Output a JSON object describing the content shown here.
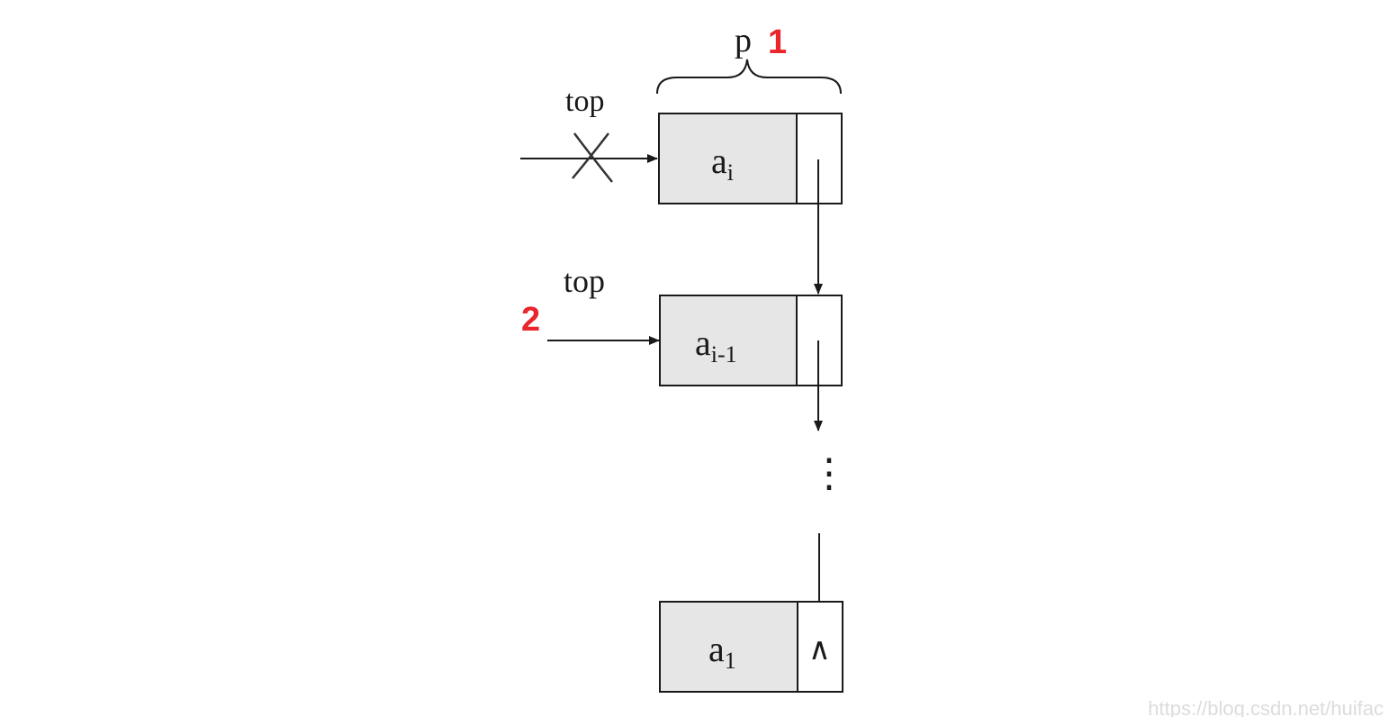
{
  "labels": {
    "pointer_p": "p",
    "step_one": "1",
    "step_two": "2",
    "top_old": "top",
    "top_new": "top",
    "null_marker": "∧"
  },
  "nodes": [
    {
      "base": "a",
      "sub": "i"
    },
    {
      "base": "a",
      "sub": "i-1"
    },
    {
      "base": "a",
      "sub": "1"
    }
  ],
  "ellipsis": "⋮",
  "watermark": "https://blog.csdn.net/huifac",
  "colors": {
    "node_fill": "#e6e6e6",
    "stroke": "#1a1a1a",
    "step_marker": "#e8262c",
    "watermark": "#dcdcdc"
  }
}
